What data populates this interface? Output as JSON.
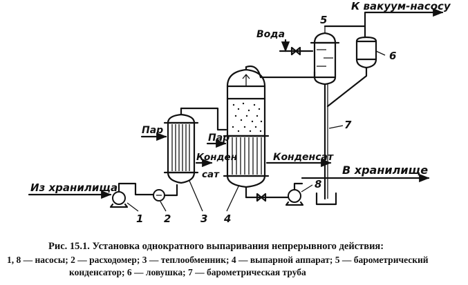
{
  "diagram": {
    "labels": {
      "from_storage": "Из хранилища",
      "steam_1": "Пар",
      "steam_2": "Пар",
      "condensate_1a": "Конден",
      "condensate_1b": "сат",
      "condensate_2": "Конденсат",
      "to_storage": "В хранилище",
      "to_vacuum_pump": "К вакуум-насосу",
      "water": "Вода"
    },
    "numbers": {
      "n1": "1",
      "n2": "2",
      "n3": "3",
      "n4": "4",
      "n5": "5",
      "n6": "6",
      "n7": "7",
      "n8": "8"
    }
  },
  "caption": {
    "title": "Рис. 15.1. Установка однократного выпаривания непрерывного действия:",
    "line1": "1, 8 — насосы; 2 — расходомер; 3 — теплообменник; 4 — выпарной аппарат; 5 — барометрический",
    "line2": "конденсатор; 6 — ловушка; 7 — барометрическая труба"
  }
}
